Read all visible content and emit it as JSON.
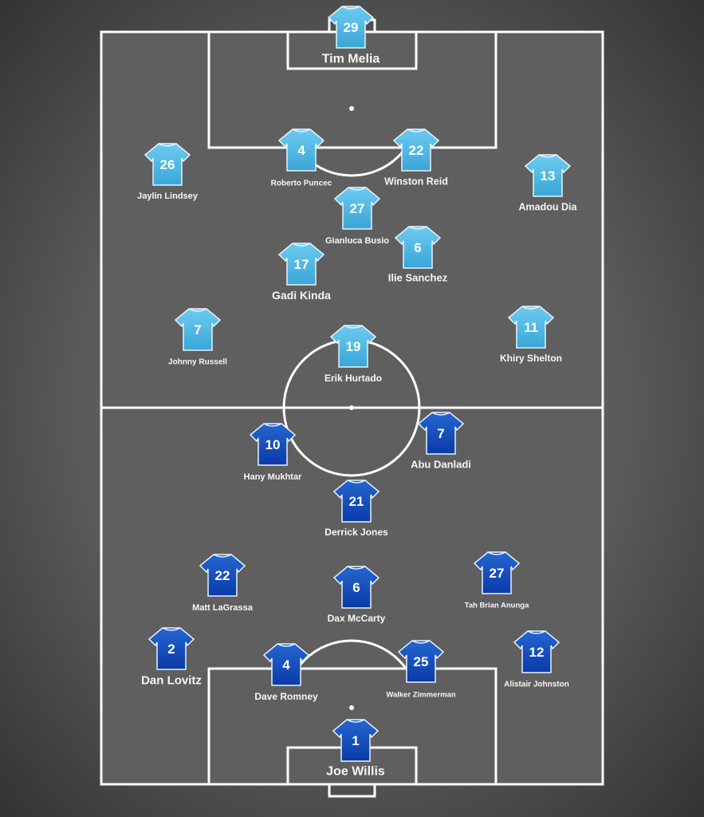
{
  "colors": {
    "away": "#5cc1ea",
    "away_dark": "#3aa6d8",
    "home": "#1e5cc8",
    "home_dark": "#0a3aa8"
  },
  "away": [
    {
      "number": "29",
      "name": "Tim Melia"
    },
    {
      "number": "26",
      "name": "Jaylin Lindsey"
    },
    {
      "number": "4",
      "name": "Roberto Puncec"
    },
    {
      "number": "22",
      "name": "Winston Reid"
    },
    {
      "number": "13",
      "name": "Amadou Dia"
    },
    {
      "number": "27",
      "name": "Gianluca Busio"
    },
    {
      "number": "6",
      "name": "Ilie Sanchez"
    },
    {
      "number": "17",
      "name": "Gadi Kinda"
    },
    {
      "number": "7",
      "name": "Johnny Russell"
    },
    {
      "number": "11",
      "name": "Khiry Shelton"
    },
    {
      "number": "19",
      "name": "Erik Hurtado"
    }
  ],
  "home": [
    {
      "number": "10",
      "name": "Hany Mukhtar"
    },
    {
      "number": "7",
      "name": "Abu Danladi"
    },
    {
      "number": "21",
      "name": "Derrick Jones"
    },
    {
      "number": "22",
      "name": "Matt LaGrassa"
    },
    {
      "number": "6",
      "name": "Dax McCarty"
    },
    {
      "number": "27",
      "name": "Tah Brian Anunga"
    },
    {
      "number": "2",
      "name": "Dan Lovitz"
    },
    {
      "number": "4",
      "name": "Dave Romney"
    },
    {
      "number": "25",
      "name": "Walker Zimmerman"
    },
    {
      "number": "12",
      "name": "Alistair Johnston"
    },
    {
      "number": "1",
      "name": "Joe Willis"
    }
  ]
}
